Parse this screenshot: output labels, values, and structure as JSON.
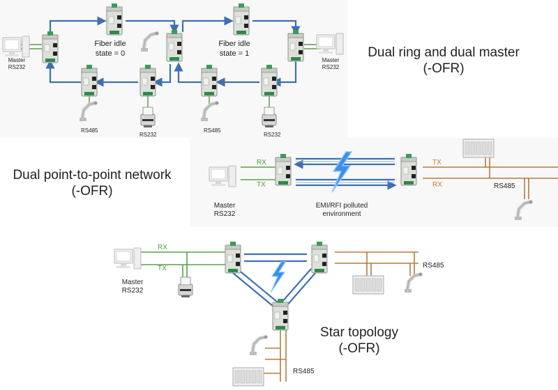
{
  "diagrams": {
    "ring": {
      "title_line1": "Dual ring and dual master",
      "title_line2": "(-OFR)",
      "idle0_line1": "Fiber idle",
      "idle0_line2": "state = 0",
      "idle1_line1": "Fiber idle",
      "idle1_line2": "state = 1",
      "master_left_line1": "Master",
      "master_left_line2": "RS232",
      "master_right_line1": "Master",
      "master_right_line2": "RS232",
      "bottom_labels": [
        "RS485",
        "RS232",
        "RS485",
        "RS232"
      ]
    },
    "p2p": {
      "title_line1": "Dual point-to-point network",
      "title_line2": "(-OFR)",
      "rx_left": "RX",
      "tx_left": "TX",
      "tx_right": "TX",
      "rx_right": "RX",
      "rs485": "RS485",
      "master_line1": "Master",
      "master_line2": "RS232",
      "emi_line1": "EMI/RFI polluted",
      "emi_line2": "environment"
    },
    "star": {
      "title_line1": "Star topology",
      "title_line2": "(-OFR)",
      "rx": "RX",
      "tx": "TX",
      "master_line1": "Master",
      "master_line2": "RS232",
      "rs485_right": "RS485",
      "rs485_bottom": "RS485"
    }
  },
  "colors": {
    "fiber_blue": "#3f6fb0",
    "rs232_green": "#5aa046",
    "rs485_orange": "#b87a3c",
    "device_grey": "#d9dcd6",
    "lightning_blue": "#3a8fe8"
  }
}
